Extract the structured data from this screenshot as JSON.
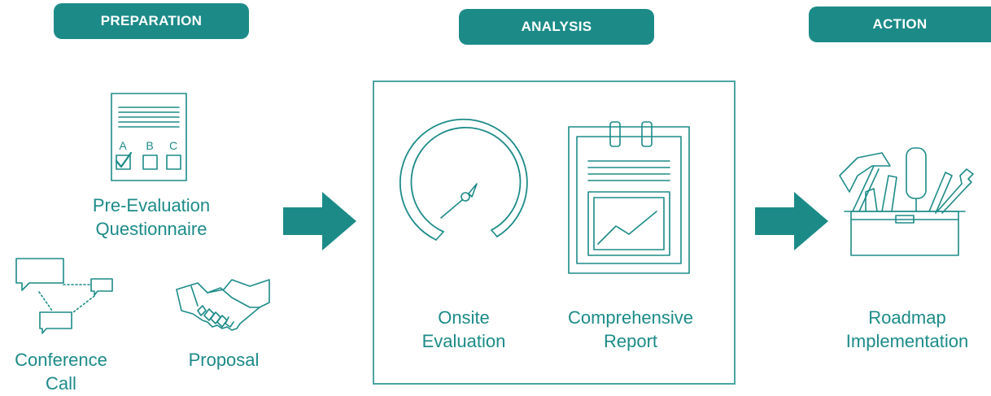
{
  "colors": {
    "accent": "#1c8b88",
    "frame": "#4ba5a2",
    "background": "#ffffff"
  },
  "phases": {
    "preparation": {
      "title": "PREPARATION",
      "items": {
        "questionnaire": {
          "icon": "questionnaire-icon",
          "label": "Pre-Evaluation\nQuestionnaire",
          "options": [
            "A",
            "B",
            "C"
          ]
        },
        "conference": {
          "icon": "chat-bubbles-icon",
          "label": "Conference\nCall"
        },
        "proposal": {
          "icon": "handshake-icon",
          "label": "Proposal"
        }
      }
    },
    "analysis": {
      "title": "ANALYSIS",
      "items": {
        "onsite": {
          "icon": "gauge-icon",
          "label": "Onsite\nEvaluation"
        },
        "report": {
          "icon": "clipboard-chart-icon",
          "label": "Comprehensive\nReport"
        }
      }
    },
    "action": {
      "title": "ACTION",
      "items": {
        "roadmap": {
          "icon": "toolbox-icon",
          "label": "Roadmap\nImplementation"
        }
      }
    }
  }
}
